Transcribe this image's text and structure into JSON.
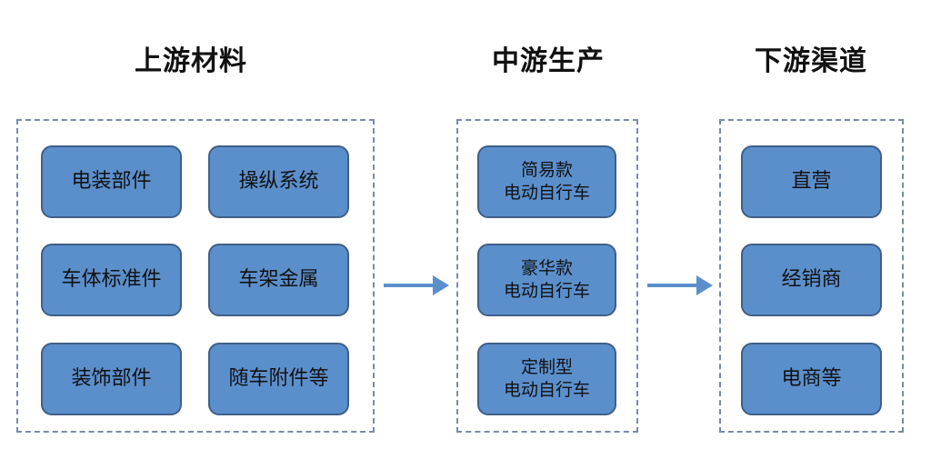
{
  "columns": [
    {
      "title": "上游材料",
      "items": [
        "电装部件",
        "操纵系统",
        "车体标准件",
        "车架金属",
        "装饰部件",
        "随车附件等"
      ]
    },
    {
      "title": "中游生产",
      "items": [
        {
          "line1": "简易款",
          "line2": "电动自行车"
        },
        {
          "line1": "豪华款",
          "line2": "电动自行车"
        },
        {
          "line1": "定制型",
          "line2": "电动自行车"
        }
      ]
    },
    {
      "title": "下游渠道",
      "items": [
        "直营",
        "经销商",
        "电商等"
      ]
    }
  ],
  "colors": {
    "box_fill": "#5b8fcc",
    "box_border": "#3f5f86",
    "arrow": "#5b8fcc",
    "dashed_border": "#7a8aa6"
  }
}
